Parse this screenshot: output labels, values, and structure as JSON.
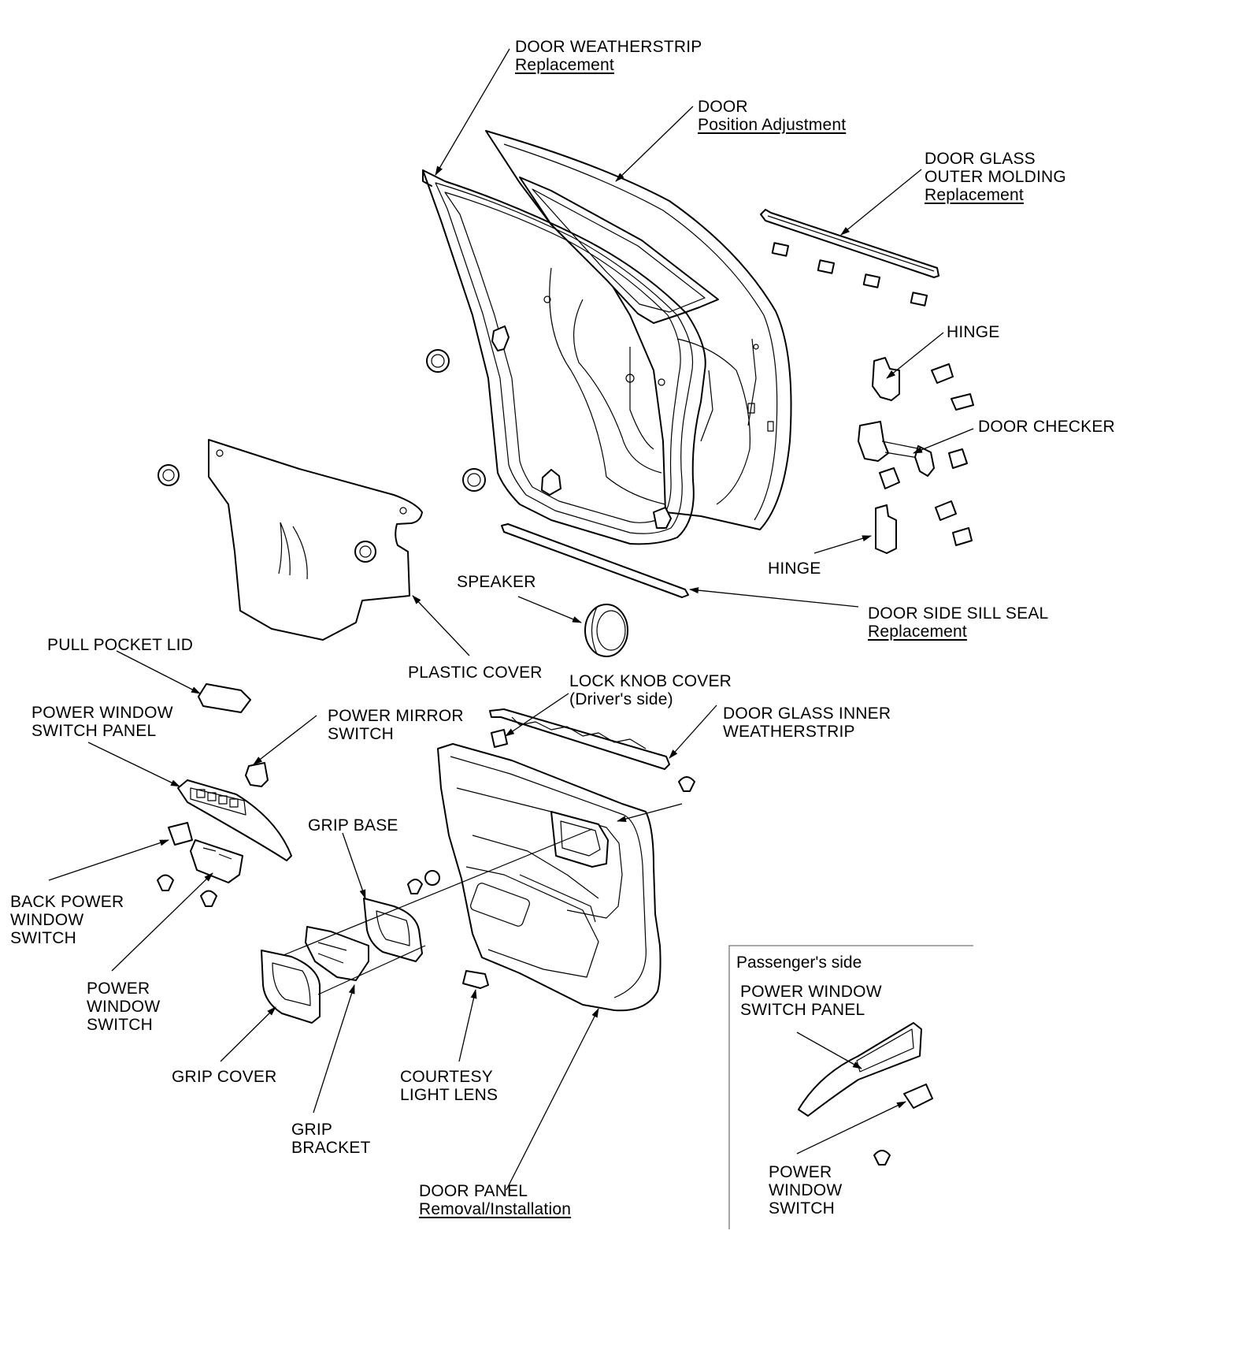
{
  "labels": {
    "door_weatherstrip": {
      "lines": [
        "DOOR WEATHERSTRIP"
      ],
      "link": "Replacement"
    },
    "door": {
      "lines": [
        "DOOR"
      ],
      "link": "Position Adjustment"
    },
    "door_glass_outer_molding": {
      "lines": [
        "DOOR GLASS",
        "OUTER MOLDING"
      ],
      "link": "Replacement"
    },
    "hinge_upper": {
      "lines": [
        "HINGE"
      ]
    },
    "door_checker": {
      "lines": [
        "DOOR CHECKER"
      ]
    },
    "hinge_lower": {
      "lines": [
        "HINGE"
      ]
    },
    "speaker": {
      "lines": [
        "SPEAKER"
      ]
    },
    "door_side_sill_seal": {
      "lines": [
        "DOOR SIDE SILL SEAL"
      ],
      "link": "Replacement"
    },
    "plastic_cover": {
      "lines": [
        "PLASTIC COVER"
      ]
    },
    "pull_pocket_lid": {
      "lines": [
        "PULL POCKET LID"
      ]
    },
    "power_window_switch_panel": {
      "lines": [
        "POWER WINDOW",
        "SWITCH PANEL"
      ]
    },
    "power_mirror_switch": {
      "lines": [
        "POWER MIRROR",
        "SWITCH"
      ]
    },
    "lock_knob_cover": {
      "lines": [
        "LOCK KNOB COVER",
        "(Driver's side)"
      ]
    },
    "door_glass_inner_weatherstrip": {
      "lines": [
        "DOOR GLASS INNER",
        "WEATHERSTRIP"
      ]
    },
    "grip_base": {
      "lines": [
        "GRIP BASE"
      ]
    },
    "back_power_window_switch": {
      "lines": [
        "BACK POWER",
        "WINDOW",
        "SWITCH"
      ]
    },
    "power_window_switch": {
      "lines": [
        "POWER",
        "WINDOW",
        "SWITCH"
      ]
    },
    "grip_cover": {
      "lines": [
        "GRIP COVER"
      ]
    },
    "grip_bracket": {
      "lines": [
        "GRIP",
        "BRACKET"
      ]
    },
    "courtesy_light_lens": {
      "lines": [
        "COURTESY",
        "LIGHT LENS"
      ]
    },
    "door_panel": {
      "lines": [
        "DOOR PANEL"
      ],
      "link": "Removal/Installation"
    }
  },
  "passenger_side": {
    "title": "Passenger's side",
    "power_window_switch_panel": {
      "lines": [
        "POWER WINDOW",
        "SWITCH PANEL"
      ]
    },
    "power_window_switch": {
      "lines": [
        "POWER",
        "WINDOW",
        "SWITCH"
      ]
    }
  }
}
